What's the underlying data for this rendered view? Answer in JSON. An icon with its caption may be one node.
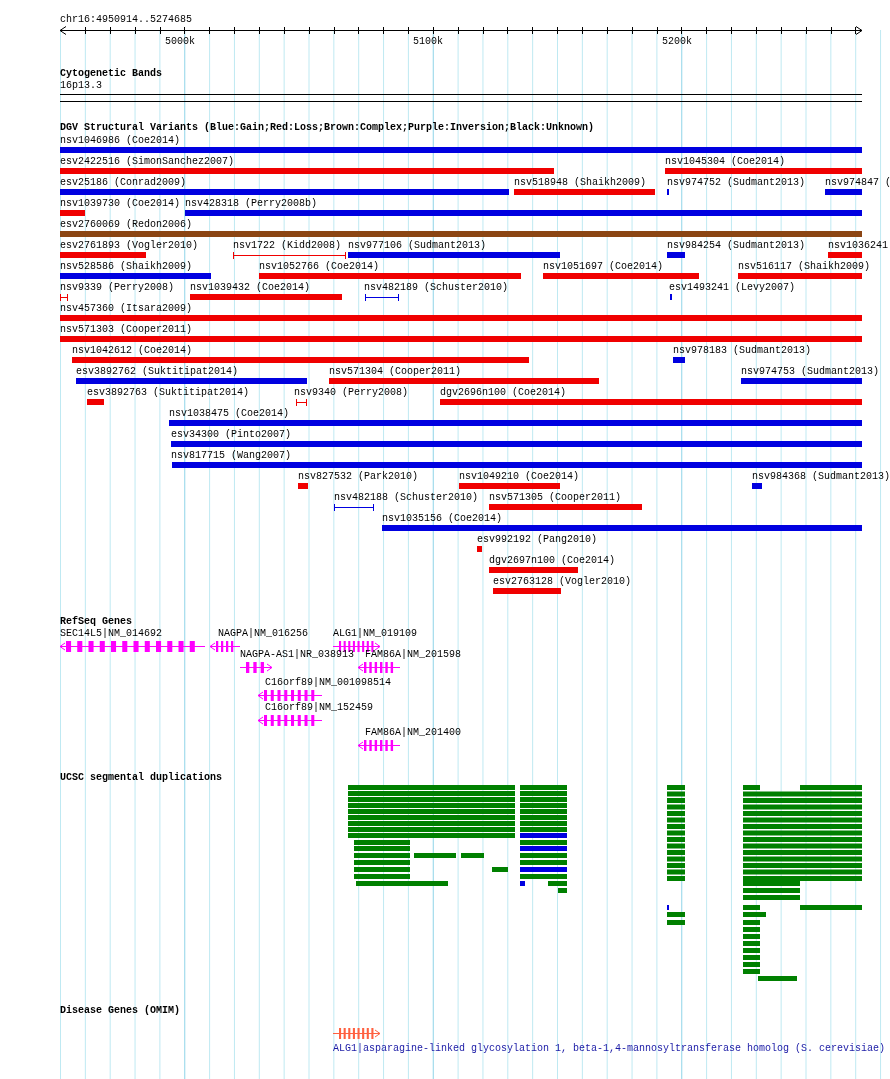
{
  "diagram": {
    "labels": [
      "chr16:4950914..5274685",
      "5000k",
      "5100k",
      "5200k",
      "Cytogenetic Bands",
      "16p13.3",
      "DGV Structural Variants (Blue:Gain;Red:Loss;Brown:Complex;Purple:Inversion;Black:Unknown)",
      "nsv1046986 (Coe2014)",
      "esv2422516 (SimonSanchez2007)",
      "nsv1045304 (Coe2014)",
      "esv25186 (Conrad2009)",
      "nsv518948 (Shaikh2009)",
      "nsv974752 (Sudmant2013)",
      "nsv974847 (",
      "nsv1039730 (Coe2014)",
      "nsv428318 (Perry2008b)",
      "esv2760069 (Redon2006)",
      "esv2761893 (Vogler2010)",
      "nsv1722 (Kidd2008)",
      "nsv977106 (Sudmant2013)",
      "nsv984254 (Sudmant2013)",
      "nsv1036241",
      "nsv528586 (Shaikh2009)",
      "nsv1052766 (Coe2014)",
      "nsv1051697 (Coe2014)",
      "nsv516117 (Shaikh2009)",
      "nsv9339 (Perry2008)",
      "nsv1039432 (Coe2014)",
      "nsv482189 (Schuster2010)",
      "esv1493241 (Levy2007)",
      "nsv457360 (Itsara2009)",
      "nsv571303 (Cooper2011)",
      "nsv1042612 (Coe2014)",
      "nsv978183 (Sudmant2013)",
      "esv3892762 (Suktitipat2014)",
      "nsv571304 (Cooper2011)",
      "nsv974753 (Sudmant2013)",
      "esv3892763 (Suktitipat2014)",
      "nsv9340 (Perry2008)",
      "dgv2696n100 (Coe2014)",
      "nsv1038475 (Coe2014)",
      "esv34300 (Pinto2007)",
      "nsv817715 (Wang2007)",
      "nsv827532 (Park2010)",
      "nsv1049210 (Coe2014)",
      "nsv984368 (Sudmant2013)",
      "nsv482188 (Schuster2010)",
      "nsv571305 (Cooper2011)",
      "nsv1035156 (Coe2014)",
      "esv992192 (Pang2010)",
      "dgv2697n100 (Coe2014)",
      "esv2763128 (Vogler2010)",
      "RefSeq Genes",
      "SEC14L5|NM_014692",
      "NAGPA|NM_016256",
      "ALG1|NM_019109",
      "NAGPA-AS1|NR_038913",
      "FAM86A|NM_201598",
      "C16orf89|NM_001098514",
      "C16orf89|NM_152459",
      "FAM86A|NM_201400",
      "UCSC segmental duplications",
      "Disease Genes (OMIM)",
      "ALG1|asparagine-linked glycosylation 1, beta-1,4-mannosyltransferase homolog (S. cerevisiae)"
    ]
  }
}
